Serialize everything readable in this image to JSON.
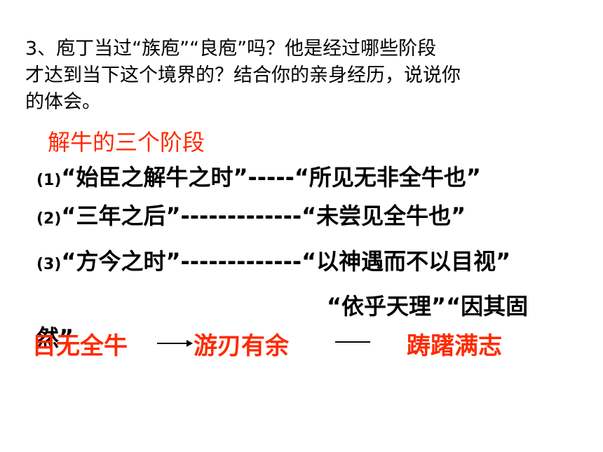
{
  "question": {
    "line1": "3、庖丁当过“族庖”“良庖”吗？他是经过哪些阶段",
    "line2": "才达到当下这个境界的？结合你的亲身经历，说说你",
    "line3": "的体会。"
  },
  "subtitle": "解牛的三个阶段",
  "stages": [
    {
      "num": "(1)",
      "text": "“始臣之解牛之时”-----“所见无非全牛也”"
    },
    {
      "num": "(2)",
      "text": "“三年之后”-------------“未尝见全牛也”"
    },
    {
      "num": "(3)",
      "text": "“方今之时”-------------“以神遇而不以目视”"
    }
  ],
  "extra": {
    "line1": "“依乎天理”“因其固",
    "line2": "然”"
  },
  "summary": {
    "item1": "目无全牛",
    "item2": "游刃有余",
    "item3": "踌躇满志"
  },
  "colors": {
    "accent": "#ff2a00",
    "text": "#000000"
  }
}
